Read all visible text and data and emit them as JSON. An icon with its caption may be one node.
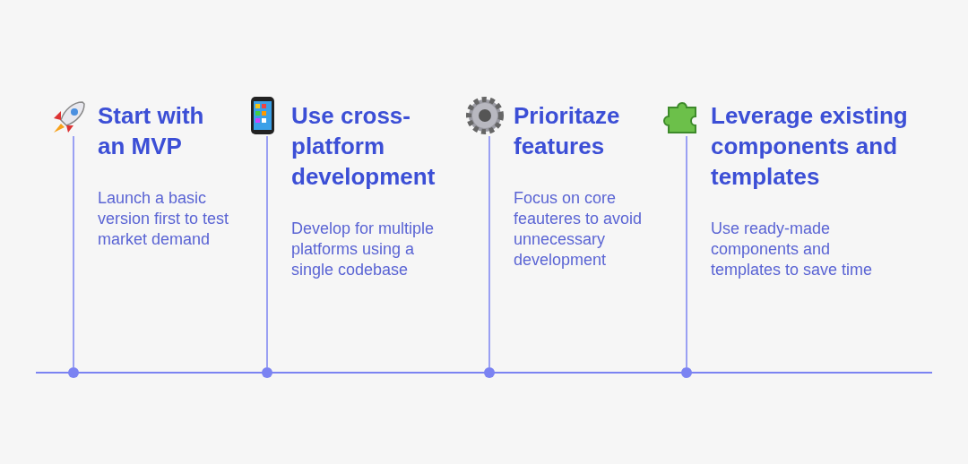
{
  "diagram": {
    "nodes": [
      {
        "text": [
          "Start with an MVP",
          "Launch a basic version first to test market demand"
        ]
      },
      {
        "text": [
          "Use cross-platform development",
          "Develop for multiple platforms using a single codebase"
        ]
      },
      {
        "text": [
          "Prioritaze features",
          "Focus on core feauteres to avoid unnecessary development"
        ]
      },
      {
        "text": [
          "Leverage existing components and templates",
          "Use ready-made components and templates to save time"
        ]
      }
    ]
  }
}
